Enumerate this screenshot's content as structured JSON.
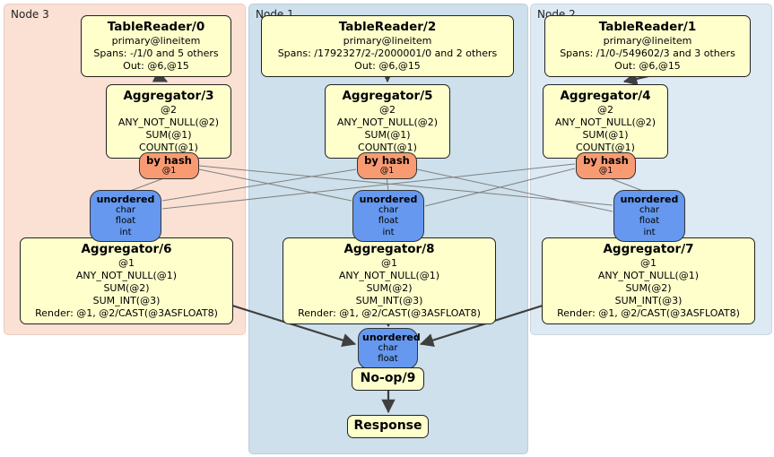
{
  "colors": {
    "panel_node3": "#fbe0d4",
    "panel_node1": "#cde0eb",
    "panel_node2": "#dde9f3",
    "processor_fill": "#ffffcc",
    "router_fill": "#f89b72",
    "sync_fill": "#6598ee",
    "edge_thick": "#3f3f3f",
    "edge_thin": "#808080"
  },
  "panels": {
    "node3": {
      "label": "Node 3"
    },
    "node1": {
      "label": "Node 1"
    },
    "node2": {
      "label": "Node 2"
    }
  },
  "router": {
    "label": "by hash",
    "key": "@1"
  },
  "sync_unordered": {
    "label": "unordered",
    "types": [
      "char",
      "float",
      "int"
    ]
  },
  "sync_final": {
    "label": "unordered",
    "types": [
      "char",
      "float"
    ]
  },
  "processors": {
    "tr0": {
      "title": "TableReader/0",
      "lines": [
        "primary@lineitem",
        "Spans: -/1/0 and 5 others",
        "Out: @6,@15"
      ]
    },
    "tr2": {
      "title": "TableReader/2",
      "lines": [
        "primary@lineitem",
        "Spans: /1792327/2-/2000001/0 and 2 others",
        "Out: @6,@15"
      ]
    },
    "tr1": {
      "title": "TableReader/1",
      "lines": [
        "primary@lineitem",
        "Spans: /1/0-/549602/3 and 3 others",
        "Out: @6,@15"
      ]
    },
    "agg3": {
      "title": "Aggregator/3",
      "lines": [
        "@2",
        "ANY_NOT_NULL(@2)",
        "SUM(@1)",
        "COUNT(@1)"
      ]
    },
    "agg5": {
      "title": "Aggregator/5",
      "lines": [
        "@2",
        "ANY_NOT_NULL(@2)",
        "SUM(@1)",
        "COUNT(@1)"
      ]
    },
    "agg4": {
      "title": "Aggregator/4",
      "lines": [
        "@2",
        "ANY_NOT_NULL(@2)",
        "SUM(@1)",
        "COUNT(@1)"
      ]
    },
    "agg6": {
      "title": "Aggregator/6",
      "lines": [
        "@1",
        "ANY_NOT_NULL(@1)",
        "SUM(@2)",
        "SUM_INT(@3)",
        "Render: @1, @2/CAST(@3ASFLOAT8)"
      ]
    },
    "agg8": {
      "title": "Aggregator/8",
      "lines": [
        "@1",
        "ANY_NOT_NULL(@1)",
        "SUM(@2)",
        "SUM_INT(@3)",
        "Render: @1, @2/CAST(@3ASFLOAT8)"
      ]
    },
    "agg7": {
      "title": "Aggregator/7",
      "lines": [
        "@1",
        "ANY_NOT_NULL(@1)",
        "SUM(@2)",
        "SUM_INT(@3)",
        "Render: @1, @2/CAST(@3ASFLOAT8)"
      ]
    },
    "noop": {
      "title": "No-op/9"
    },
    "response": {
      "title": "Response"
    }
  }
}
